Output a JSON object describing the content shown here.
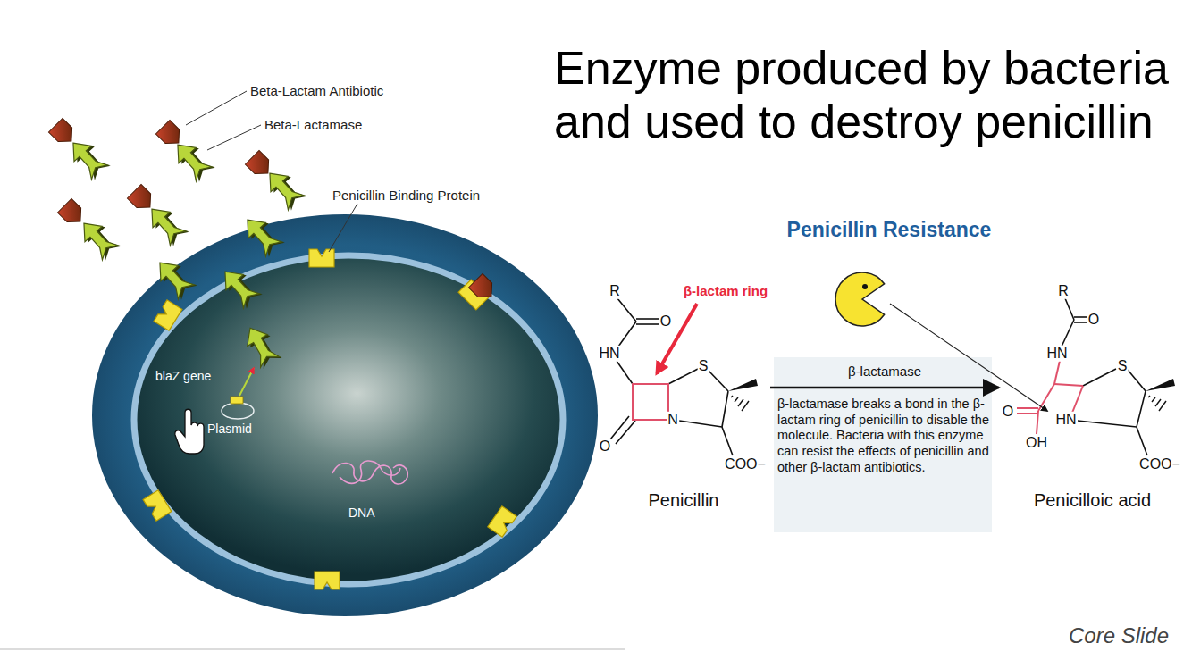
{
  "diagram": {
    "title": "Enzyme produced by bacteria and used to destroy penicillin",
    "nodes": [
      {
        "text": [
          "Penicillin"
        ]
      },
      {
        "text": [
          "β-lactamase breaks a bond in the β-lactam ring of penicillin to disable the molecule. Bacteria with this enzyme can resist the effects of penicillin and other β-lactam antibiotics."
        ]
      },
      {
        "text": [
          "Penicilloic acid"
        ]
      }
    ],
    "edges": [
      {
        "from": 0,
        "to": 2,
        "arrow": "to",
        "label": "β-lactamase"
      }
    ],
    "labels": [
      "Beta-Lactam Antibiotic",
      "Beta-Lactamase",
      "Penicillin Binding Protein",
      "blaZ gene",
      "Plasmid",
      "DNA",
      "Penicillin Resistance",
      "β-lactam ring",
      "R",
      "O",
      "HN",
      "S",
      "O",
      "N",
      "COO−",
      "R",
      "O",
      "HN",
      "S",
      "O",
      "OH",
      "HN",
      "COO−",
      "Core Slide"
    ]
  }
}
